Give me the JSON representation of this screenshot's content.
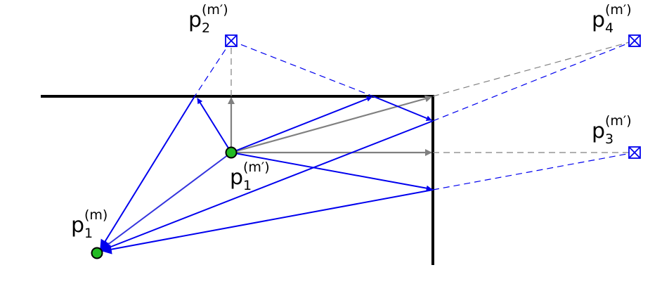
{
  "points": {
    "p1m": {
      "base": "p",
      "sub": "1",
      "sup": "(m)"
    },
    "p1mp": {
      "base": "p",
      "sub": "1",
      "sup": "(m′)"
    },
    "p2mp": {
      "base": "p",
      "sub": "2",
      "sup": "(m′)"
    },
    "p3mp": {
      "base": "p",
      "sub": "3",
      "sup": "(m′)"
    },
    "p4mp": {
      "base": "p",
      "sub": "4",
      "sup": "(m′)"
    }
  },
  "colors": {
    "wall": "#000000",
    "ray": "#0000ee",
    "ray_light": "#3333dd",
    "normal": "#808080",
    "source_fill": "#22bb22",
    "image_marker": "#0000ee"
  },
  "icons": {
    "source": "filled-circle",
    "image_source": "crossed-square"
  }
}
